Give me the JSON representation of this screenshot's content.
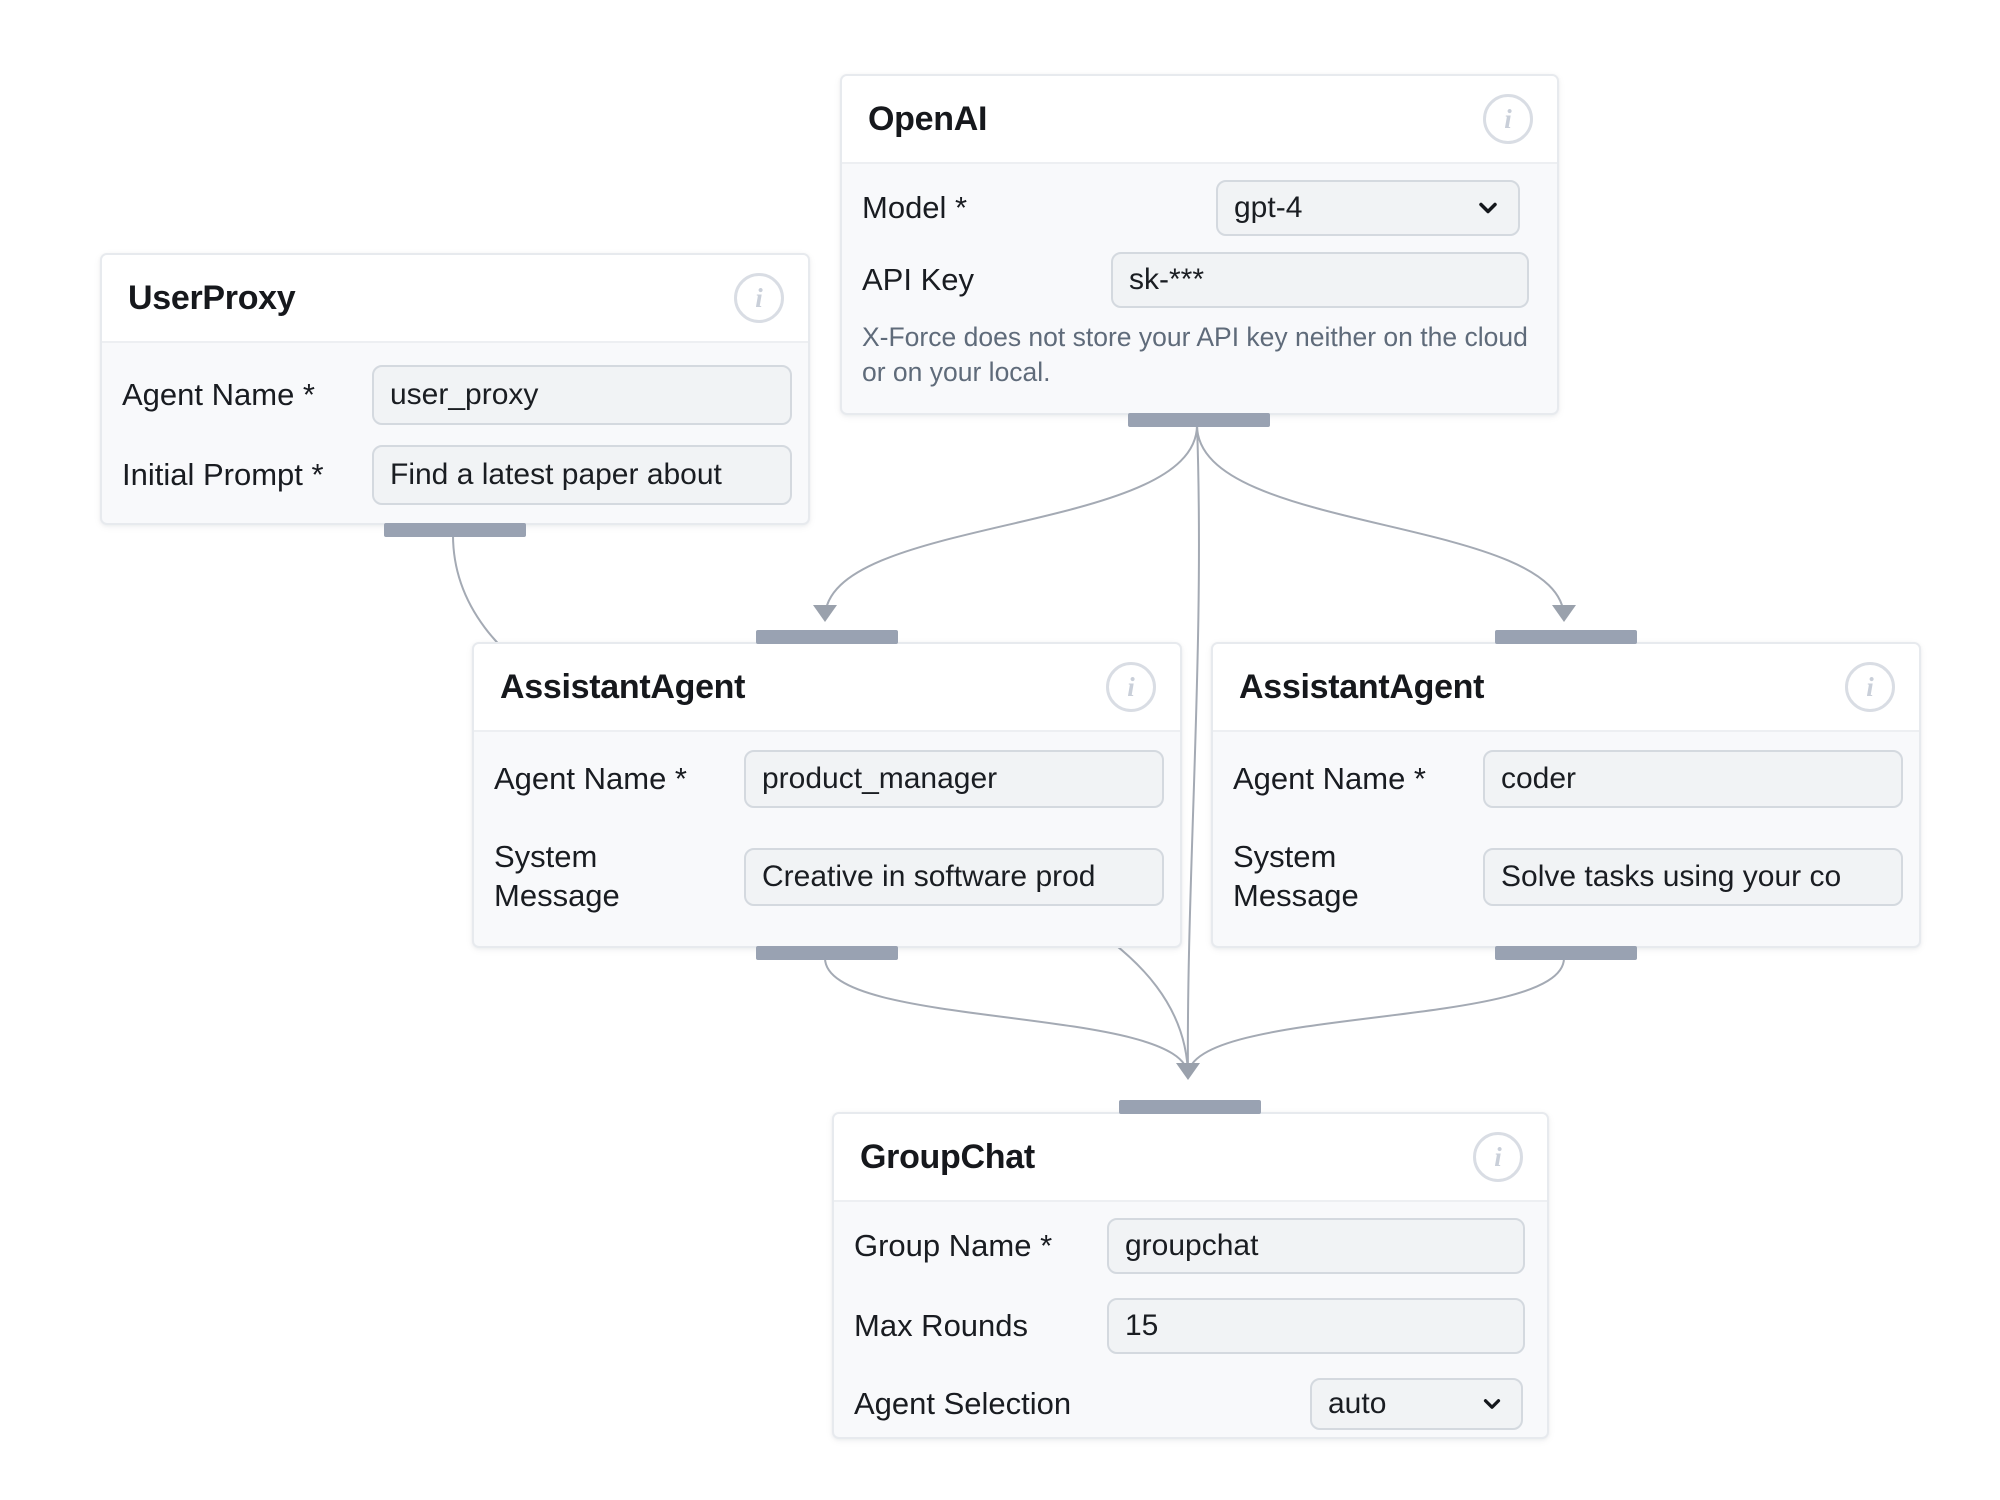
{
  "app": {
    "name": "agent flow editor",
    "background": "#ffffff"
  },
  "colors": {
    "node_border": "#e7eaee",
    "header_bg": "#ffffff",
    "body_bg": "#f8f9fb",
    "input_bg": "#f1f3f5",
    "input_border": "#d4d9df",
    "handle": "#99a2b2",
    "edge": "#a4aab4",
    "title_text": "#16181c",
    "label_text": "#191c21",
    "note_text": "#5f6b7a",
    "info_icon": "#cdd3dc"
  },
  "nodes": {
    "user_proxy": {
      "title": "UserProxy",
      "info_icon": "info-icon",
      "fields": [
        {
          "label": "Agent Name *",
          "value": "user_proxy",
          "control": "input"
        },
        {
          "label": "Initial Prompt *",
          "value": "Find a latest paper about",
          "control": "input"
        }
      ]
    },
    "openai": {
      "title": "OpenAI",
      "info_icon": "info-icon",
      "fields": [
        {
          "label": "Model *",
          "value": "gpt-4",
          "control": "select"
        },
        {
          "label": "API Key",
          "value": "sk-***",
          "control": "input"
        }
      ],
      "note": "X-Force does not store your API key neither on the cloud or on your local."
    },
    "assistant_product_manager": {
      "title": "AssistantAgent",
      "info_icon": "info-icon",
      "fields": [
        {
          "label": "Agent Name *",
          "value": "product_manager",
          "control": "input"
        },
        {
          "label": "System Message",
          "value": "Creative in software prod",
          "control": "input"
        }
      ]
    },
    "assistant_coder": {
      "title": "AssistantAgent",
      "info_icon": "info-icon",
      "fields": [
        {
          "label": "Agent Name *",
          "value": "coder",
          "control": "input"
        },
        {
          "label": "System Message",
          "value": "Solve tasks using your co",
          "control": "input"
        }
      ]
    },
    "group_chat": {
      "title": "GroupChat",
      "info_icon": "info-icon",
      "fields": [
        {
          "label": "Group Name *",
          "value": "groupchat",
          "control": "input"
        },
        {
          "label": "Max Rounds",
          "value": "15",
          "control": "input"
        },
        {
          "label": "Agent Selection",
          "value": "auto",
          "control": "select"
        }
      ]
    }
  },
  "edges": [
    {
      "from": "UserProxy",
      "to": "GroupChat"
    },
    {
      "from": "OpenAI",
      "to": "AssistantAgent product_manager"
    },
    {
      "from": "OpenAI",
      "to": "AssistantAgent coder"
    },
    {
      "from": "OpenAI",
      "to": "GroupChat"
    },
    {
      "from": "AssistantAgent product_manager",
      "to": "GroupChat"
    },
    {
      "from": "AssistantAgent coder",
      "to": "GroupChat"
    }
  ]
}
